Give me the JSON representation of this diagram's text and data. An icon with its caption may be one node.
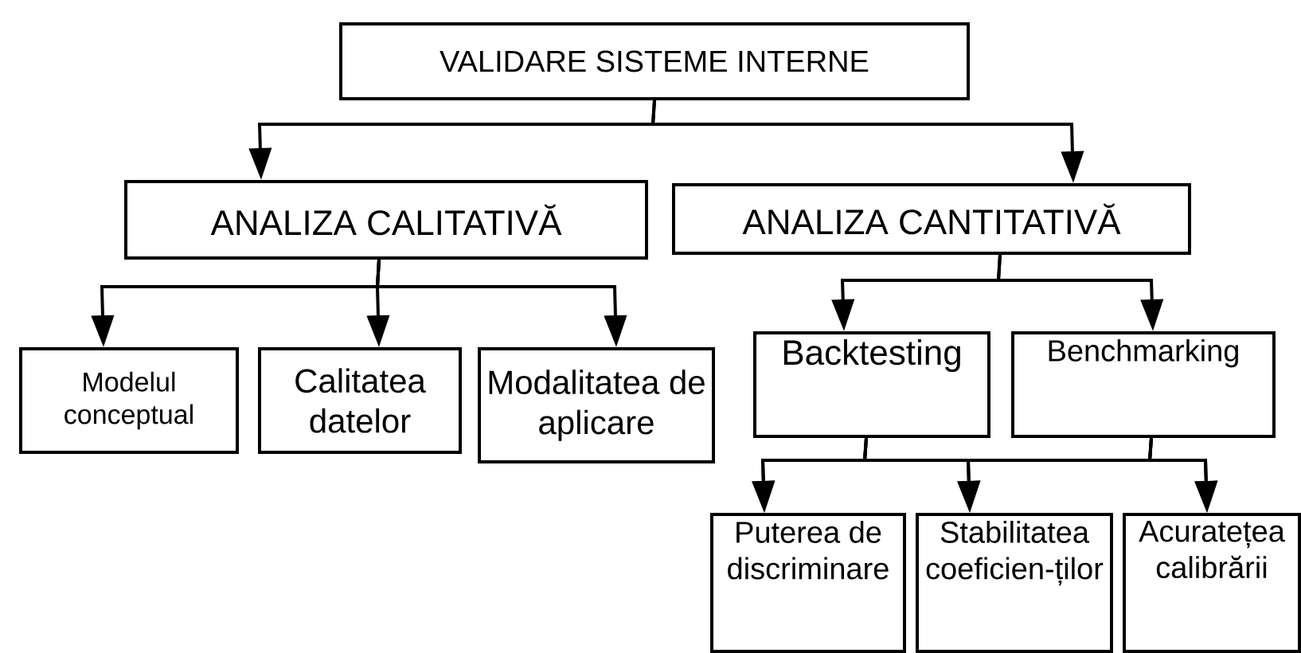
{
  "diagram": {
    "nodes": [
      {
        "text": [
          "VALIDARE SISTEME INTERNE"
        ]
      },
      {
        "text": [
          "ANALIZA CALITATIVĂ"
        ]
      },
      {
        "text": [
          "ANALIZA CANTITATIVĂ"
        ]
      },
      {
        "text": [
          "Modelul conceptual"
        ]
      },
      {
        "text": [
          "Calitatea datelor"
        ]
      },
      {
        "text": [
          "Modalitatea de aplicare"
        ]
      },
      {
        "text": [
          "Backtesting"
        ]
      },
      {
        "text": [
          "Benchmarking"
        ]
      },
      {
        "text": [
          "Puterea de discriminare"
        ]
      },
      {
        "text": [
          "Stabilitatea coeficien-ților"
        ]
      },
      {
        "text": [
          "Acuratețea calibrării"
        ]
      }
    ],
    "edges": [
      {
        "from": 0,
        "to": 1,
        "arrow": "to"
      },
      {
        "from": 0,
        "to": 2,
        "arrow": "to"
      },
      {
        "from": 1,
        "to": 3,
        "arrow": "to"
      },
      {
        "from": 1,
        "to": 4,
        "arrow": "to"
      },
      {
        "from": 1,
        "to": 5,
        "arrow": "to"
      },
      {
        "from": 2,
        "to": 6,
        "arrow": "to"
      },
      {
        "from": 2,
        "to": 7,
        "arrow": "to"
      },
      {
        "from": 6,
        "to": 8,
        "arrow": "to"
      },
      {
        "from": 6,
        "to": 9,
        "arrow": "to"
      },
      {
        "from": 6,
        "to": 10,
        "arrow": "to"
      },
      {
        "from": 7,
        "to": 8,
        "arrow": "to"
      },
      {
        "from": 7,
        "to": 9,
        "arrow": "to"
      },
      {
        "from": 7,
        "to": 10,
        "arrow": "to"
      }
    ]
  }
}
